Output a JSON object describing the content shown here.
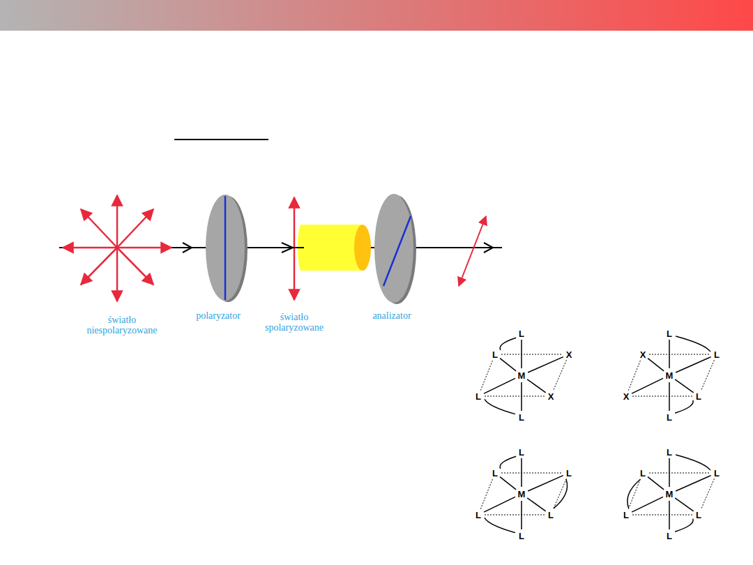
{
  "diagram": {
    "labels": [
      "światło niespolaryzowane",
      "polaryzator",
      "światło spolaryzowane",
      "analizator",
      "L",
      "L",
      "X",
      "M",
      "L",
      "X",
      "L",
      "L",
      "X",
      "L",
      "M",
      "X",
      "L",
      "L",
      "L",
      "L",
      "L",
      "M",
      "L",
      "L",
      "L",
      "L",
      "L",
      "L",
      "M",
      "L",
      "L",
      "L"
    ]
  }
}
